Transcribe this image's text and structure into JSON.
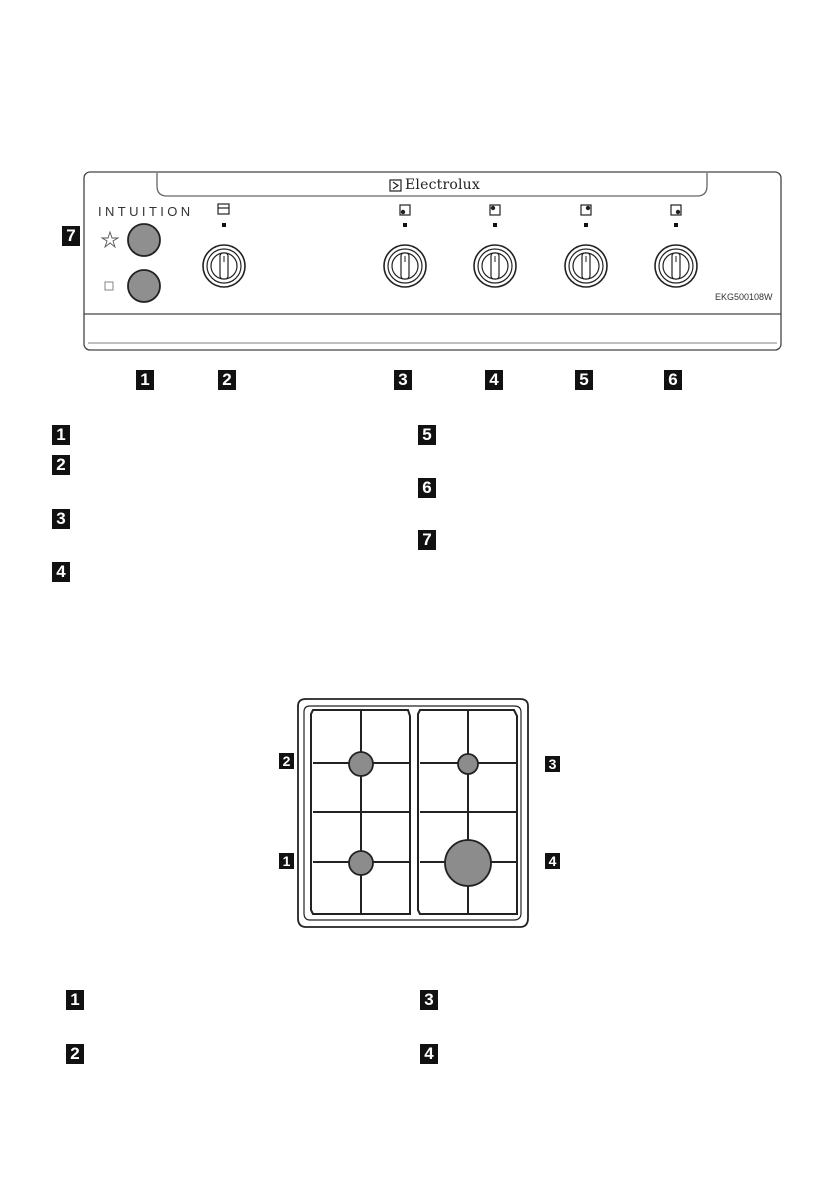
{
  "control_panel": {
    "brand": "Electrolux",
    "series": "INTUITION",
    "model": "EKG500108W",
    "callouts": [
      "1",
      "2",
      "3",
      "4",
      "5",
      "6"
    ],
    "side_callout": "7",
    "lamp_icon": "light-indicator-icon",
    "timer_icon": "power-indicator-icon",
    "oven_symbol": "oven-function-icon",
    "zone_symbols": [
      "zone-front-left-icon",
      "zone-rear-left-icon",
      "zone-rear-right-icon",
      "zone-front-right-icon"
    ]
  },
  "panel_legend": {
    "left": [
      "1",
      "2",
      "3",
      "4"
    ],
    "right": [
      "5",
      "6",
      "7"
    ]
  },
  "hob": {
    "callouts": {
      "rear_left": "2",
      "rear_right": "3",
      "front_left": "1",
      "front_right": "4"
    }
  },
  "hob_legend": {
    "left": [
      "1",
      "2"
    ],
    "right": [
      "3",
      "4"
    ]
  },
  "colors": {
    "knob_gray": "#8f8f8f",
    "burner_gray": "#8c8c8c",
    "badge": "#111111"
  }
}
